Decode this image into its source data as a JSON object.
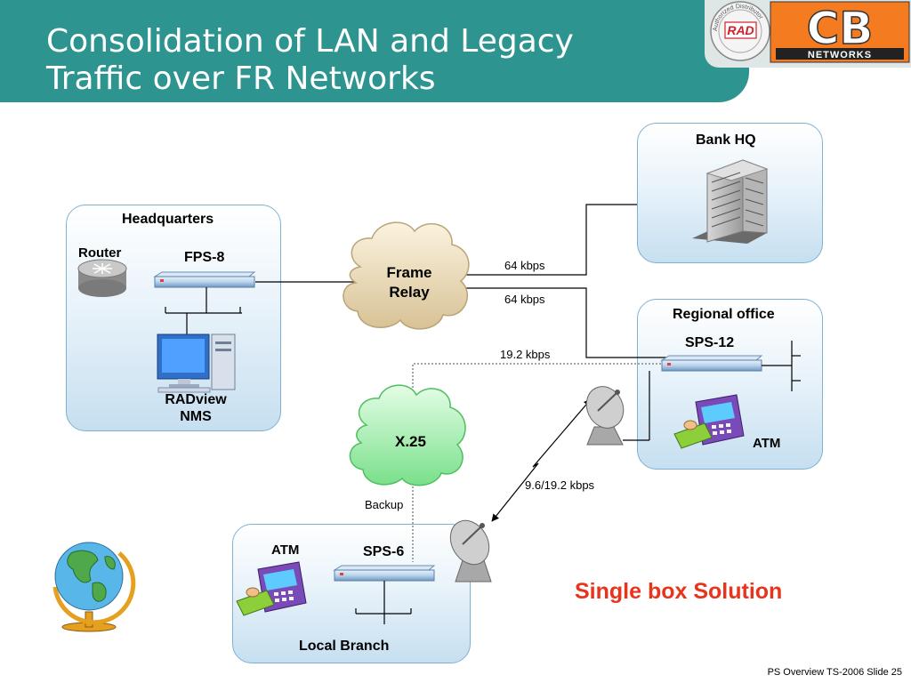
{
  "title": {
    "line1": "Consolidation of LAN and Legacy",
    "line2": "Traffic over FR Networks"
  },
  "logos": {
    "rad": "RAD",
    "cb": "CB",
    "networks": "NETWORKS",
    "seal": "Authorized Distributor"
  },
  "sites": {
    "headquarters": {
      "title": "Headquarters",
      "router": "Router",
      "device": "FPS-8",
      "nms_line1": "RADview",
      "nms_line2": "NMS"
    },
    "bank_hq": {
      "title": "Bank HQ"
    },
    "regional": {
      "title": "Regional office",
      "device": "SPS-12",
      "atm": "ATM"
    },
    "local": {
      "title": "Local Branch",
      "device": "SPS-6",
      "atm": "ATM"
    }
  },
  "clouds": {
    "frame_relay": {
      "line1": "Frame",
      "line2": "Relay"
    },
    "x25": {
      "label": "X.25"
    }
  },
  "links": {
    "fr_to_bank": "64 kbps",
    "fr_to_regional": "64 kbps",
    "x25_to_regional": "19.2 kbps",
    "satellite": "9.6/19.2 kbps",
    "backup": "Backup"
  },
  "solution": "Single box Solution",
  "footer": "PS Overview TS-2006  Slide 25",
  "colors": {
    "header": "#2e9490",
    "accent": "#e8341c",
    "panel_border": "#7fb2d1"
  }
}
